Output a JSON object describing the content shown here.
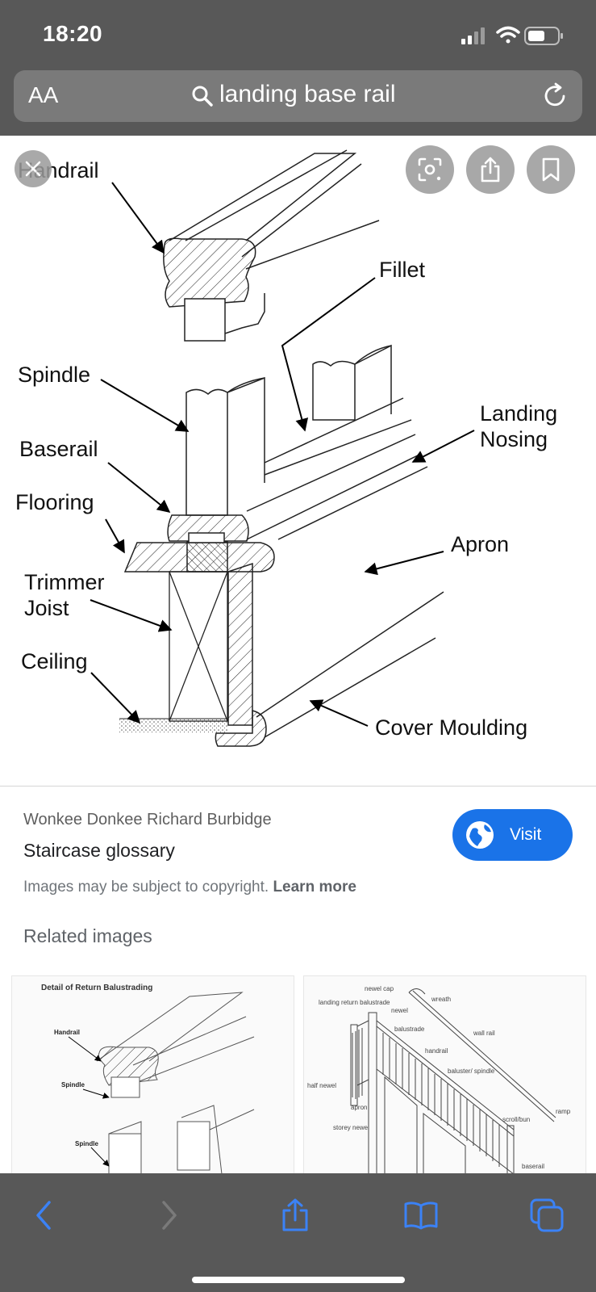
{
  "status_bar": {
    "time": "18:20"
  },
  "address_bar": {
    "text_size_label": "AA",
    "query": "landing base rail"
  },
  "diagram": {
    "labels": {
      "handrail": "Handrail",
      "fillet": "Fillet",
      "spindle": "Spindle",
      "baserail": "Baserail",
      "landing_nosing_1": "Landing",
      "landing_nosing_2": "Nosing",
      "flooring": "Flooring",
      "apron": "Apron",
      "trimmer_joist_1": "Trimmer",
      "trimmer_joist_2": "Joist",
      "ceiling": "Ceiling",
      "cover_moulding": "Cover Moulding"
    }
  },
  "result": {
    "source": "Wonkee Donkee Richard Burbidge",
    "title": "Staircase glossary",
    "visit_label": "Visit",
    "copyright_text": "Images may be subject to copyright.",
    "learn_more": "Learn more"
  },
  "related": {
    "heading": "Related images",
    "thumb1": {
      "title": "Detail of Return Balustrading",
      "label_handrail": "Handrail",
      "label_spindle_1": "Spindle",
      "label_spindle_2": "Spindle"
    },
    "thumb2": {
      "labels": [
        "newel cap",
        "landing return balustrade",
        "newel",
        "wreath",
        "balustrade",
        "wall rail",
        "handrail",
        "baluster/ spindle",
        "half newel",
        "apron",
        "storey newel",
        "ramp",
        "scroll/bun",
        "baserail"
      ]
    }
  },
  "icons": {
    "signal": "cellular-signal-icon",
    "wifi": "wifi-icon",
    "battery": "battery-icon",
    "search": "search-icon",
    "reload": "reload-icon",
    "close": "close-icon",
    "lens": "lens-icon",
    "share": "share-icon",
    "bookmark": "bookmark-icon",
    "globe": "globe-icon",
    "back": "back-icon",
    "forward": "forward-icon",
    "books": "bookmarks-icon",
    "tabs": "tabs-icon"
  },
  "colors": {
    "bar": "#585858",
    "accent": "#1a73e8"
  }
}
